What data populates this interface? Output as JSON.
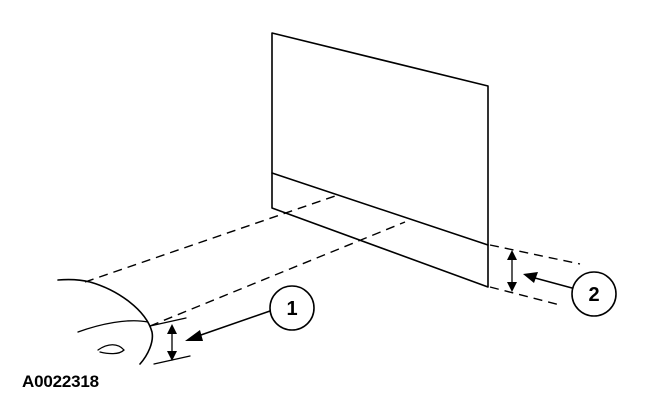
{
  "figure": {
    "reference_code": "A0022318",
    "callouts": [
      {
        "number": "1"
      },
      {
        "number": "2"
      }
    ],
    "colors": {
      "line": "#000000",
      "background": "#ffffff"
    }
  }
}
